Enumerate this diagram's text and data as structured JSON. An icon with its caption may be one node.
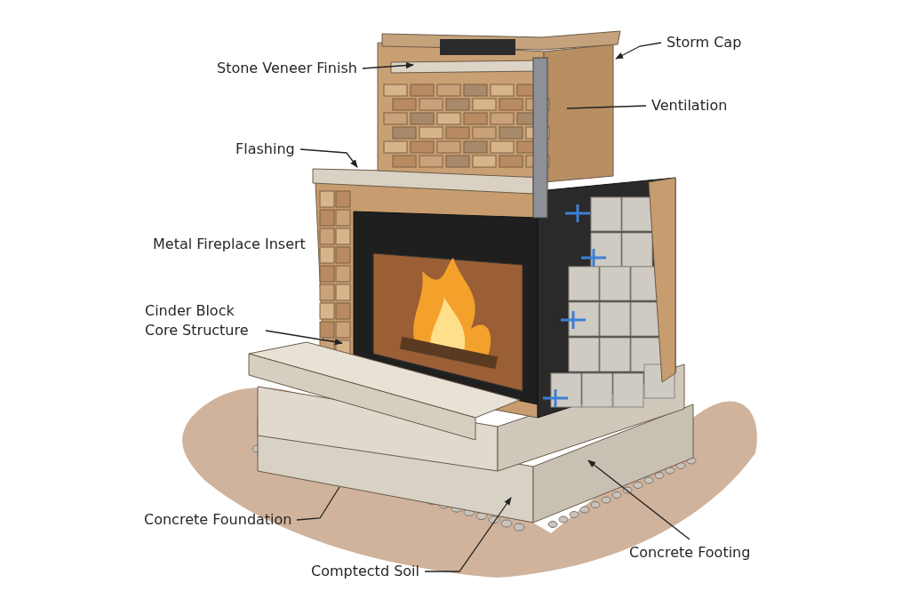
{
  "diagram": {
    "nodes": [
      {
        "text": [
          "Storm Cap"
        ]
      },
      {
        "text": [
          "Stone Veneer Finish"
        ]
      },
      {
        "text": [
          "Ventilation"
        ]
      },
      {
        "text": [
          "Flashing"
        ]
      },
      {
        "text": [
          "Cinder Block Core Structure"
        ]
      },
      {
        "text": [
          "Concrete Foundation"
        ]
      },
      {
        "text": [
          "Comptectd Soil"
        ]
      },
      {
        "text": [
          "Concrete Footing"
        ]
      }
    ],
    "edges": [
      {
        "from": 0,
        "to": null,
        "arrow": "to"
      },
      {
        "from": 1,
        "to": null,
        "arrow": "to"
      },
      {
        "from": 2,
        "to": null,
        "arrow": "none"
      },
      {
        "from": 3,
        "to": null,
        "arrow": "to"
      },
      {
        "from": 4,
        "to": null,
        "arrow": "to"
      },
      {
        "from": 5,
        "to": null,
        "arrow": "none"
      },
      {
        "from": 6,
        "to": null,
        "arrow": "to"
      },
      {
        "from": 7,
        "to": null,
        "arrow": "to"
      }
    ],
    "labels": [
      "Metal Fireplace Insert"
    ]
  }
}
